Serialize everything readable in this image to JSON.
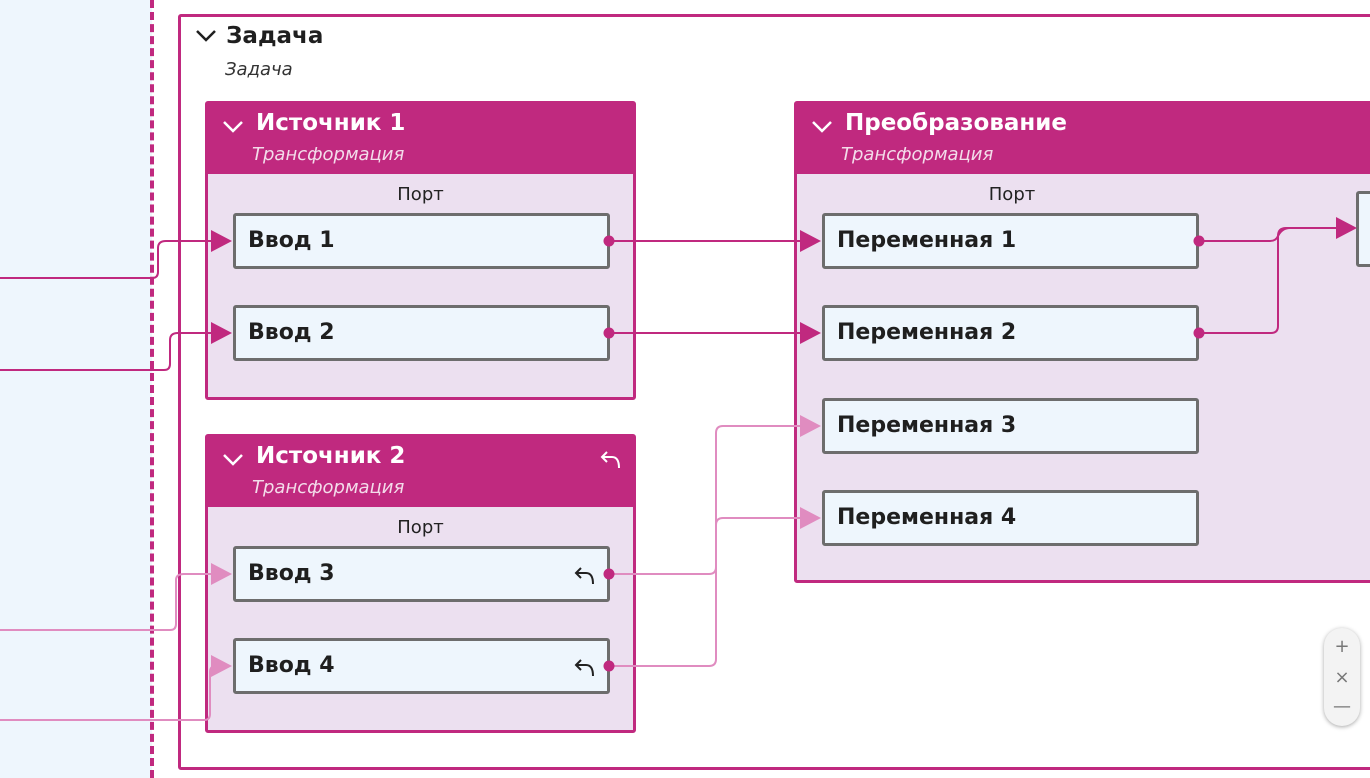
{
  "task": {
    "title": "Задача",
    "subtitle": "Задача"
  },
  "nodes": {
    "source1": {
      "title": "Источник 1",
      "subtitle": "Трансформация",
      "port_header": "Порт",
      "ports": [
        {
          "label": "Ввод 1"
        },
        {
          "label": "Ввод 2"
        }
      ]
    },
    "source2": {
      "title": "Источник 2",
      "subtitle": "Трансформация",
      "port_header": "Порт",
      "ports": [
        {
          "label": "Ввод 3"
        },
        {
          "label": "Ввод 4"
        }
      ]
    },
    "transform": {
      "title": "Преобразование",
      "subtitle": "Трансформация",
      "port_header": "Порт",
      "ports": [
        {
          "label": "Переменная 1"
        },
        {
          "label": "Переменная 2"
        },
        {
          "label": "Переменная 3"
        },
        {
          "label": "Переменная 4"
        }
      ]
    }
  },
  "zoom_controls": {
    "zoom_in": "+",
    "reset": "×",
    "zoom_out": "—"
  },
  "colors": {
    "accent": "#c0297f",
    "wire_active": "#c0297f",
    "wire_inactive": "#e08cc0",
    "node_body": "#ece0f0",
    "port_fill": "#eef6fd",
    "left_pane": "#eef6fd"
  }
}
